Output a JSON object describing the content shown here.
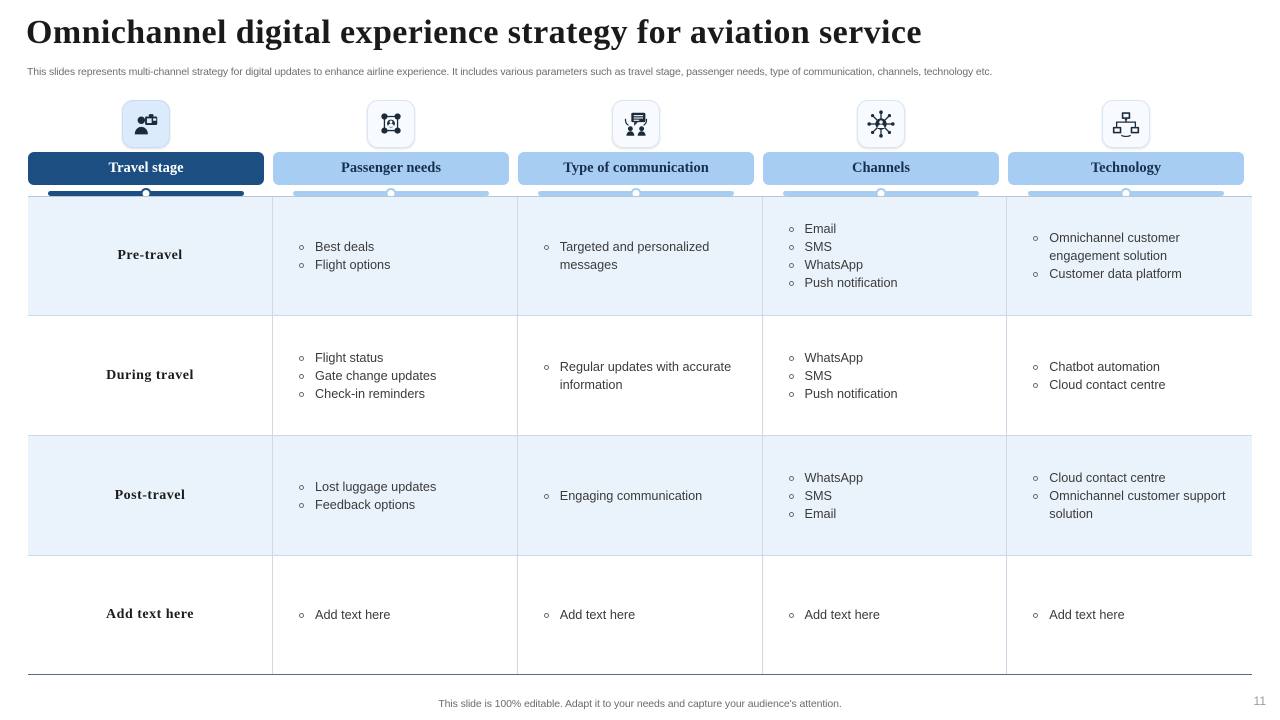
{
  "slide": {
    "title": "Omnichannel digital experience strategy for aviation service",
    "subtitle": "This slides represents multi-channel strategy for digital updates to enhance airline experience. It includes various parameters such as travel stage, passenger needs, type of communication, channels, technology etc.",
    "footer_note": "This slide is 100% editable. Adapt it to your needs and capture your audience's attention.",
    "page_number": "11"
  },
  "colors": {
    "accent_dark": "#1c4e82",
    "accent_light": "#a8cdf2",
    "row_shade": "#eaf2fc",
    "icon_badge": "#dcebfb",
    "text_body": "#3b3b3b"
  },
  "columns": [
    {
      "label": "Travel stage",
      "icon": "traveler-with-luggage-icon",
      "active": true
    },
    {
      "label": "Passenger needs",
      "icon": "network-people-icon",
      "active": false
    },
    {
      "label": "Type of communication",
      "icon": "chat-between-people-icon",
      "active": false
    },
    {
      "label": "Channels",
      "icon": "hub-spoke-person-icon",
      "active": false
    },
    {
      "label": "Technology",
      "icon": "connected-computers-icon",
      "active": false
    }
  ],
  "rows": [
    {
      "stage": "Pre-travel",
      "shaded": true,
      "passenger_needs": [
        "Best deals",
        "Flight options"
      ],
      "type_of_communication": [
        "Targeted and personalized messages"
      ],
      "channels": [
        "Email",
        "SMS",
        "WhatsApp",
        "Push notification"
      ],
      "technology": [
        "Omnichannel customer engagement solution",
        "Customer data platform"
      ]
    },
    {
      "stage": "During travel",
      "shaded": false,
      "passenger_needs": [
        "Flight status",
        "Gate change updates",
        "Check-in reminders"
      ],
      "type_of_communication": [
        "Regular updates with accurate information"
      ],
      "channels": [
        "WhatsApp",
        "SMS",
        "Push notification"
      ],
      "technology": [
        "Chatbot automation",
        "Cloud contact centre"
      ]
    },
    {
      "stage": "Post-travel",
      "shaded": true,
      "passenger_needs": [
        "Lost luggage updates",
        "Feedback options"
      ],
      "type_of_communication": [
        "Engaging communication"
      ],
      "channels": [
        "WhatsApp",
        "SMS",
        "Email"
      ],
      "technology": [
        "Cloud contact centre",
        "Omnichannel customer support solution"
      ]
    },
    {
      "stage": "Add text here",
      "shaded": false,
      "passenger_needs": [
        "Add text here"
      ],
      "type_of_communication": [
        "Add text here"
      ],
      "channels": [
        "Add text here"
      ],
      "technology": [
        "Add text here"
      ]
    }
  ]
}
